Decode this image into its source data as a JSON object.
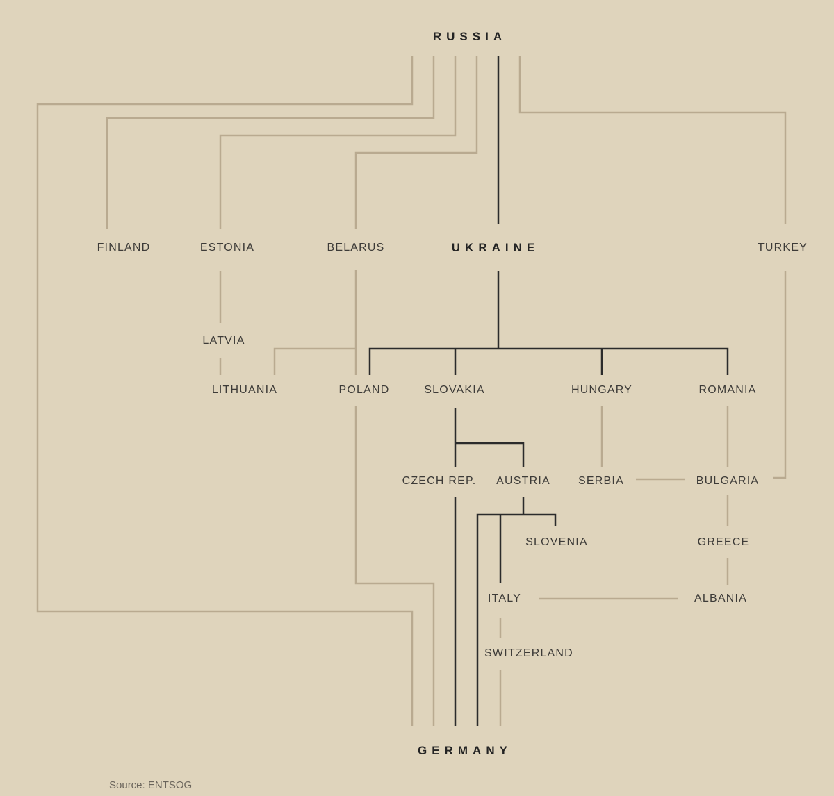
{
  "diagram": {
    "nodes": {
      "russia": "RUSSIA",
      "finland": "FINLAND",
      "estonia": "ESTONIA",
      "belarus": "BELARUS",
      "ukraine": "UKRAINE",
      "turkey": "TURKEY",
      "latvia": "LATVIA",
      "lithuania": "LITHUANIA",
      "poland": "POLAND",
      "slovakia": "SLOVAKIA",
      "hungary": "HUNGARY",
      "romania": "ROMANIA",
      "czech": "CZECH REP.",
      "austria": "AUSTRIA",
      "serbia": "SERBIA",
      "bulgaria": "BULGARIA",
      "slovenia": "SLOVENIA",
      "greece": "GREECE",
      "italy": "ITALY",
      "albania": "ALBANIA",
      "switzerland": "SWITZERLAND",
      "germany": "GERMANY"
    },
    "colors": {
      "background": "#dfd4bc",
      "route_main": "#2b2b2b",
      "route_other": "#b9aa90",
      "text": "#3d3b38"
    }
  },
  "footer": {
    "source": "Source: ENTSOG"
  }
}
